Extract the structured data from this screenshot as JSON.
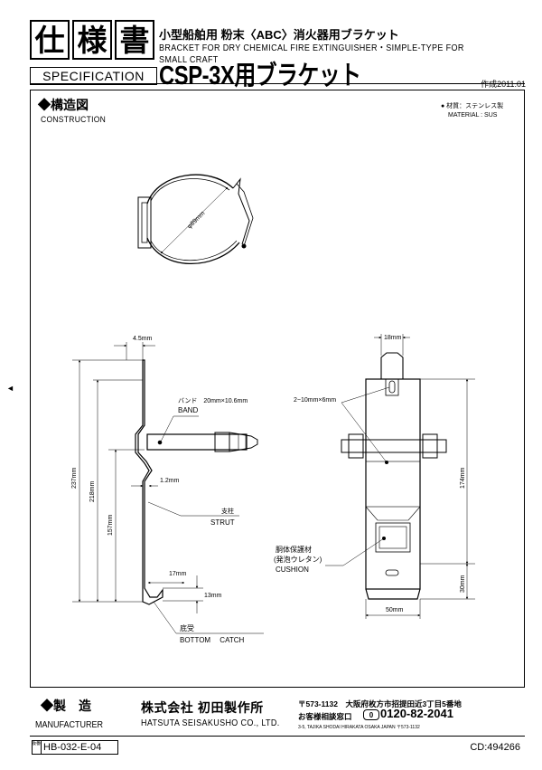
{
  "header": {
    "kanji": [
      "仕",
      "様",
      "書"
    ],
    "spec_label": "SPECIFICATION",
    "title_jp": "小型船舶用 粉末〈ABC〉消火器用ブラケット",
    "title_en": "BRACKET FOR DRY CHEMICAL FIRE EXTINGUISHER・SIMPLE-TYPE FOR SMALL CRAFT",
    "title_big": "CSP-3X用ブラケット",
    "created": "作成2011.01"
  },
  "construction": {
    "title": "◆構造図",
    "subtitle": "CONSTRUCTION",
    "material_jp": "● 材質：ステンレス製",
    "material_en": "MATERIAL : SUS"
  },
  "drawing": {
    "diameter": "φ89mm",
    "dim_45": "4.5mm",
    "dim_18": "18mm",
    "band_jp": "バンド　20mm×10.6mm",
    "band_en": "BAND",
    "slot": "2−10mm×6mm",
    "dim_12": "1.2mm",
    "strut_jp": "支柱",
    "strut_en": "STRUT",
    "dim_237": "237mm",
    "dim_218": "218mm",
    "dim_157": "157mm",
    "dim_174": "174mm",
    "dim_17": "17mm",
    "dim_13": "13mm",
    "dim_30": "30mm",
    "dim_50": "50mm",
    "cushion_jp1": "胴体保護材",
    "cushion_jp2": "(発泡ウレタン)",
    "cushion_en": "CUSHION",
    "catch_jp": "底受",
    "catch_en": "BOTTOM　 CATCH"
  },
  "footer": {
    "mfr_title": "◆製　造",
    "mfr_sub": "MANUFACTURER",
    "company_jp": "株式会社 初田製作所",
    "company_en": "HATSUTA SEISAKUSHO CO., LTD.",
    "address": "〒573-1132　大阪府枚方市招提田近3丁目5番地",
    "dial_label": "お客様相談窓口",
    "dial_mark": "0",
    "dial_number": "0120-82-2041",
    "address_en": "3-5, TAJIKA SHODAI HIRAKATA OSAKA JAPAN 〒573-1132",
    "doc_tag": "版番",
    "doc_code": "HB-032-E-04",
    "cd": "CD:494266"
  },
  "marker": "◄"
}
